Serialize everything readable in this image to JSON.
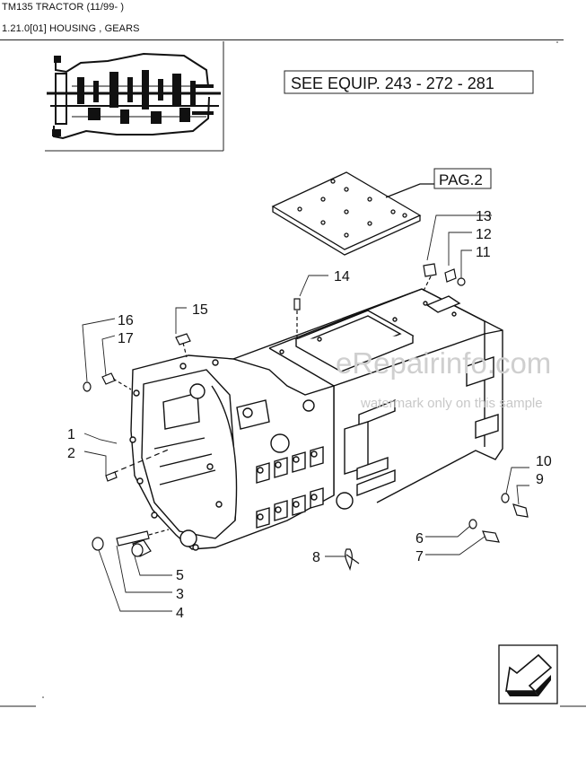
{
  "header": {
    "title": "TM135 TRACTOR (11/99- )",
    "section": "1.21.0[01] HOUSING , GEARS"
  },
  "reference_boxes": {
    "equipment": "SEE EQUIP. 243 - 272 - 281",
    "page": "PAG.2"
  },
  "callouts": [
    "1",
    "2",
    "3",
    "4",
    "5",
    "6",
    "7",
    "8",
    "9",
    "10",
    "11",
    "12",
    "13",
    "14",
    "15",
    "16",
    "17"
  ],
  "watermark": {
    "site": "eRepairinfo.com",
    "note": "watermark only on this sample"
  },
  "icons": {
    "thumbnail": "transmission-section-thumbnail",
    "nav": "arrow-nav-icon"
  }
}
